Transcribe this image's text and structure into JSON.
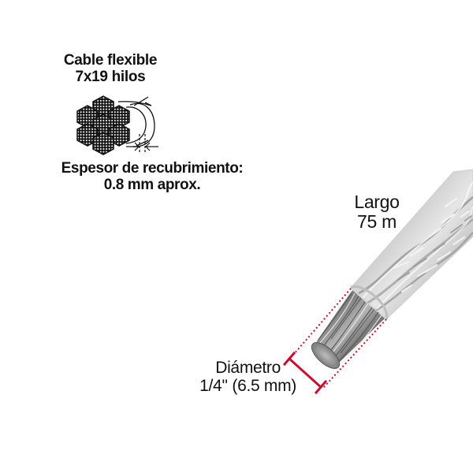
{
  "product": {
    "type_label": {
      "line1": "Cable flexible",
      "line2": "7x19 hilos"
    },
    "coating_label": {
      "line1": "Espesor de recubrimiento:",
      "line2": "0.8 mm aprox."
    },
    "length_label": {
      "line1": "Largo",
      "line2": "75 m"
    },
    "diameter_label": {
      "line1": "Diámetro",
      "line2": "1/4'' (6.5 mm)"
    }
  },
  "icons": {
    "cross_section": "wire-rope-cross-section-icon",
    "thickness_arrows": "thickness-arrows-icon",
    "diameter_dimension": "diameter-dimension-line"
  },
  "colors": {
    "background": "#ffffff",
    "text": "#111111",
    "accent_red": "#c8102e",
    "strand_dark": "#111111",
    "jacket_light": "#d9d9d9",
    "wire_gray": "#8a8a8a"
  }
}
